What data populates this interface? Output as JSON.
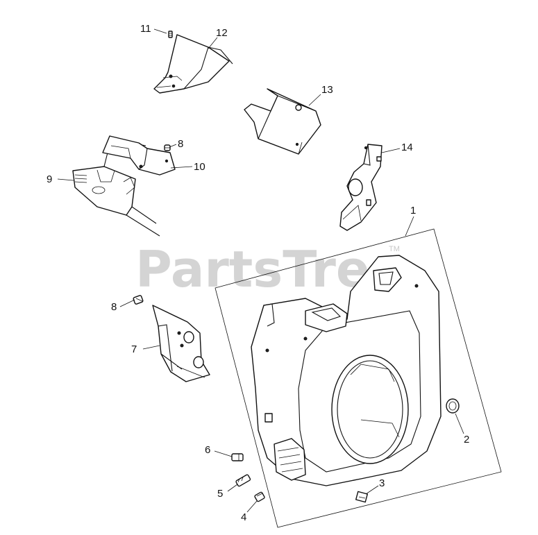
{
  "watermark": {
    "text": "PartsTree",
    "trademark": "TM"
  },
  "callouts": {
    "c1": "1",
    "c2": "2",
    "c3": "3",
    "c4": "4",
    "c5": "5",
    "c6": "6",
    "c7": "7",
    "c8a": "8",
    "c8b": "8",
    "c9": "9",
    "c10": "10",
    "c11": "11",
    "c12": "12",
    "c13": "13",
    "c14": "14"
  },
  "colors": {
    "line": "#111111",
    "watermark": "#d4d4d4",
    "background": "#ffffff"
  }
}
